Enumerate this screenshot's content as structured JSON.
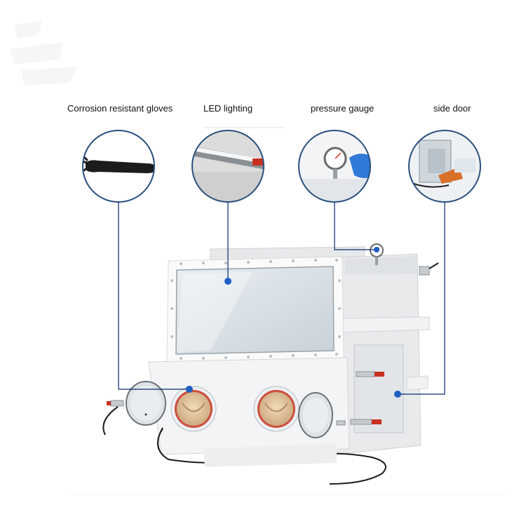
{
  "callouts": [
    {
      "label": "Corrosion resistant gloves",
      "icon": "glove-icon"
    },
    {
      "label": "LED lighting",
      "icon": "led-light-icon"
    },
    {
      "label": "pressure gauge",
      "icon": "pressure-gauge-icon"
    },
    {
      "label": "side door",
      "icon": "side-door-icon"
    }
  ],
  "colors": {
    "leader_line": "#0a2a6e",
    "dot": "#1f5fc4",
    "circle_border": "#2b4f7e",
    "cabinet": "#f4f5f6",
    "port_ring": "#c8311f",
    "glove_beige": "#e3c9a6"
  }
}
